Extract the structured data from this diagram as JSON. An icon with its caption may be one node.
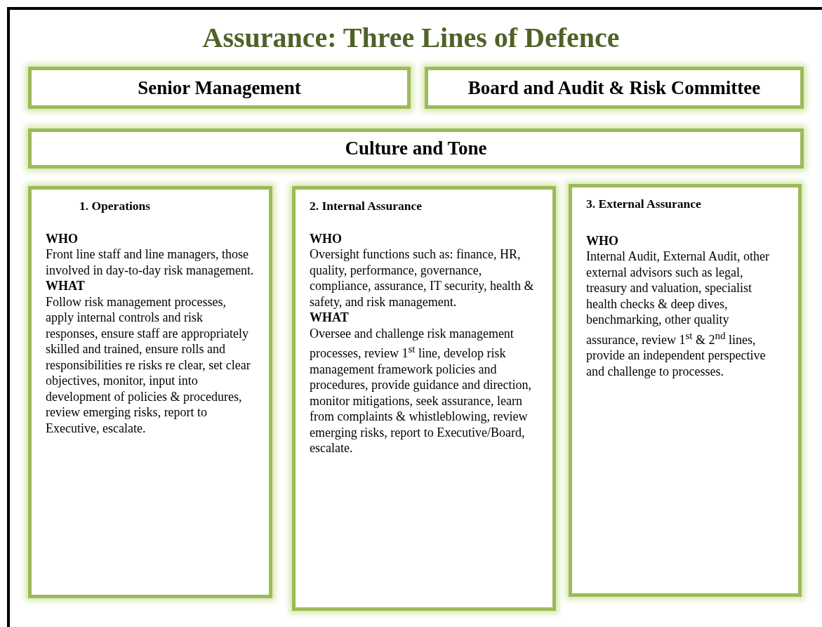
{
  "diagram": {
    "title": "Assurance: Three Lines of Defence",
    "nodes": [
      {
        "text": [
          "Senior Management"
        ]
      },
      {
        "text": [
          "Board and Audit & Risk Committee"
        ]
      },
      {
        "text": [
          "Culture and Tone"
        ]
      },
      {
        "text": [
          "1. Operations",
          "WHO",
          "Front line staff and line managers, those involved in day-to-day risk management.",
          "WHAT",
          "Follow risk management processes, apply internal controls and risk responses, ensure staff are appropriately skilled and trained, ensure rolls and responsibilities re risks re clear, set clear objectives, monitor, input into development of policies & procedures, review emerging risks, report to Executive, escalate."
        ]
      },
      {
        "text": [
          "2. Internal Assurance",
          "WHO",
          "Oversight functions such as: finance, HR, quality, performance, governance, compliance, assurance, IT security, health & safety, and risk management.",
          "WHAT",
          "Oversee and challenge risk management processes, review 1$^{st}$ line, develop risk management framework policies and procedures, provide guidance and direction, monitor mitigations, seek assurance, learn from complaints & whistleblowing, review emerging risks, report to Executive/Board, escalate."
        ]
      },
      {
        "text": [
          "3. External Assurance",
          "WHO",
          "Internal Audit, External Audit, other external advisors such as legal, treasury and valuation, specialist health checks & deep dives, benchmarking, other quality assurance, review 1$^{st}$ & 2$^{nd}$ lines, provide an independent perspective and challenge to processes."
        ]
      }
    ],
    "edges": []
  }
}
